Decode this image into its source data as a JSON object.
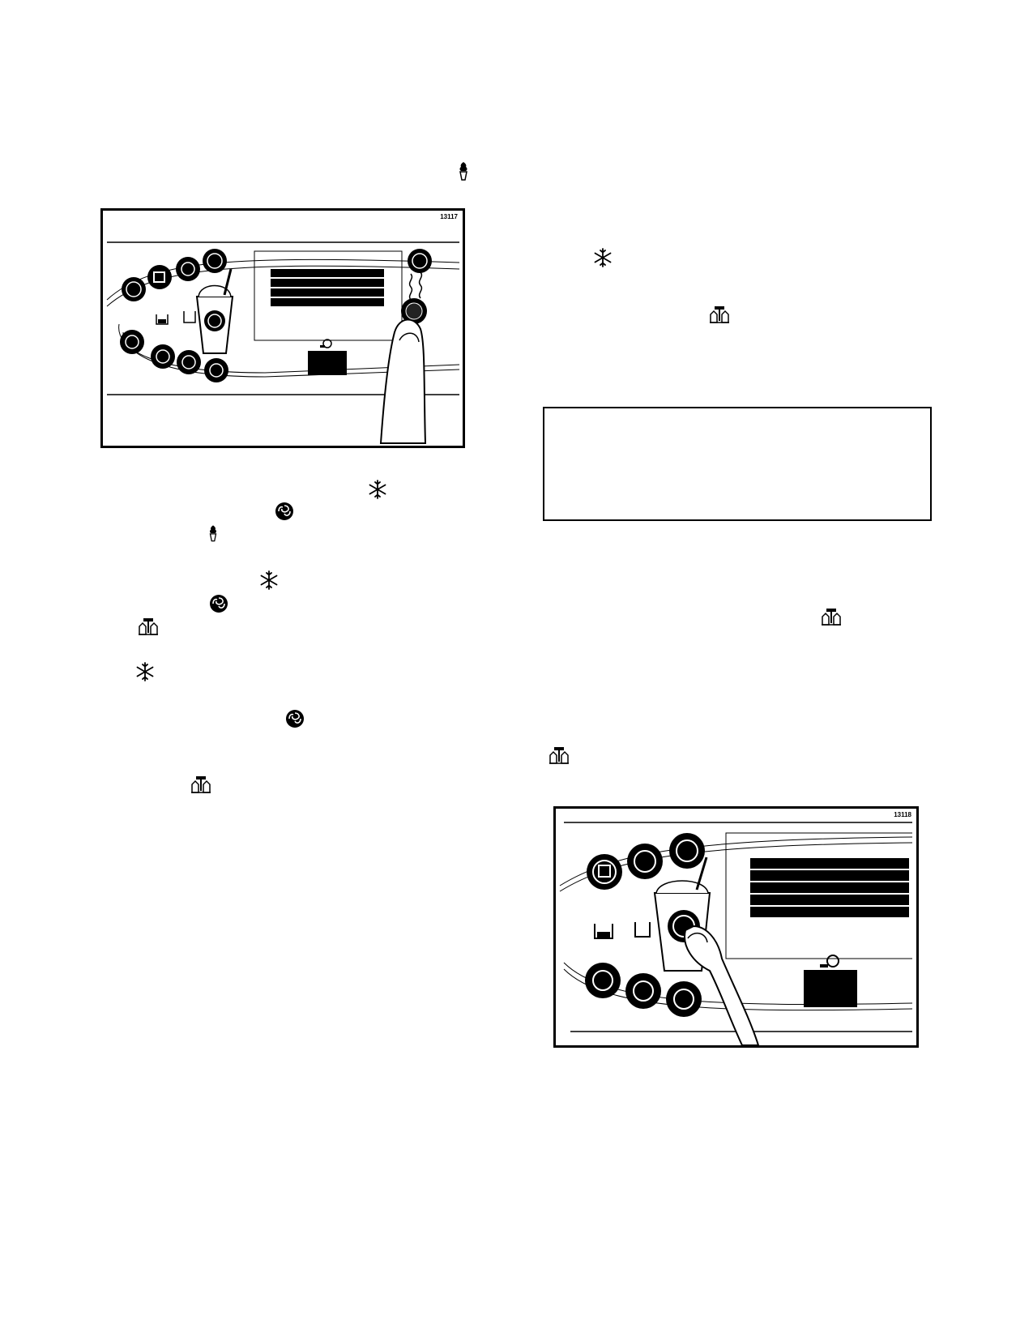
{
  "figures": [
    {
      "id": "figure-1",
      "number": "13117"
    },
    {
      "id": "figure-2",
      "number": "13118"
    }
  ],
  "icons": {
    "cone": "cone-icon",
    "snowflake": "snowflake-icon",
    "swirl": "swirl-icon",
    "milkshake_standby": "milkshake-standby-icon",
    "wash": "wash-icon",
    "sun": "sun-icon",
    "mix_low": "mix-low-icon",
    "mix_out": "mix-out-icon",
    "timer": "timer-icon"
  },
  "note_box": {
    "text": ""
  }
}
